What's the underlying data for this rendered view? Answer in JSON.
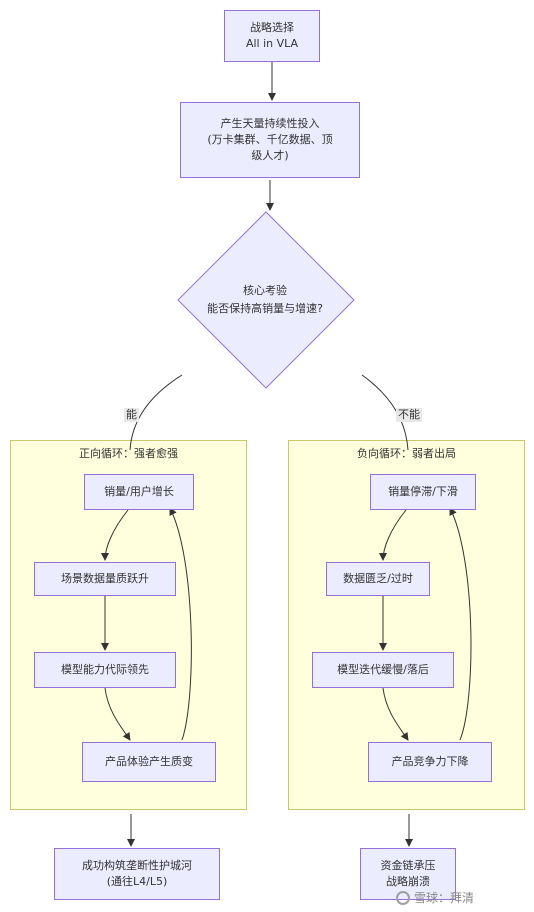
{
  "nodes": {
    "strategy": "战略选择\nAll in VLA",
    "investment": "产生天量持续性投入\n(万卡集群、千亿数据、顶\n级人才)",
    "decision": "核心考验\n能否保持高销量与增速?",
    "pos_sales": "销量/用户增长",
    "pos_data": "场景数据量质跃升",
    "pos_model": "模型能力代际领先",
    "pos_product": "产品体验产生质变",
    "pos_result": "成功构筑垄断性护城河\n(通往L4/L5)",
    "neg_sales": "销量停滞/下滑",
    "neg_data": "数据匮乏/过时",
    "neg_model": "模型迭代缓慢/落后",
    "neg_product": "产品竞争力下降",
    "neg_result": "资金链承压\n战略崩溃"
  },
  "clusters": {
    "positive_title": "正向循环：强者愈强",
    "negative_title": "负向循环：弱者出局"
  },
  "edges": {
    "yes_label": "能",
    "no_label": "不能"
  },
  "watermark": {
    "text": "雪球：拜清"
  },
  "colors": {
    "node_fill": "#ececff",
    "node_stroke": "#9370db",
    "cluster_fill": "#ffffde",
    "cluster_stroke": "#c9c96a",
    "edge": "#333333"
  }
}
